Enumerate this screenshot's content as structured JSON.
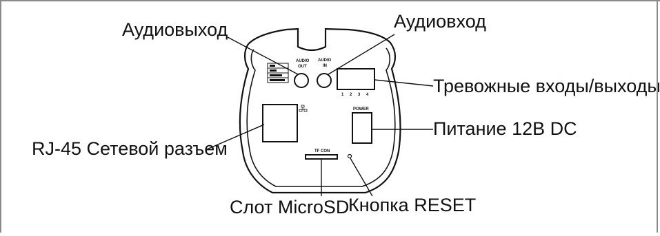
{
  "callouts": {
    "audio_out": "Аудиовыход",
    "audio_in": "Аудиовход",
    "alarm_io": "Тревожные входы/выходы",
    "power": "Питание 12В DC",
    "rj45": "RJ-45 Сетевой разъем",
    "microsd": "Слот MicroSD",
    "reset": "Кнопка RESET"
  },
  "panel_labels": {
    "audio_out_top": "AUDIO",
    "audio_out_bottom": "OUT",
    "audio_in_top": "AUDIO",
    "audio_in_bottom": "IN",
    "power": "POWER",
    "tf": "TF CON",
    "alarm_pins": [
      "1",
      "2",
      "3",
      "4"
    ]
  }
}
